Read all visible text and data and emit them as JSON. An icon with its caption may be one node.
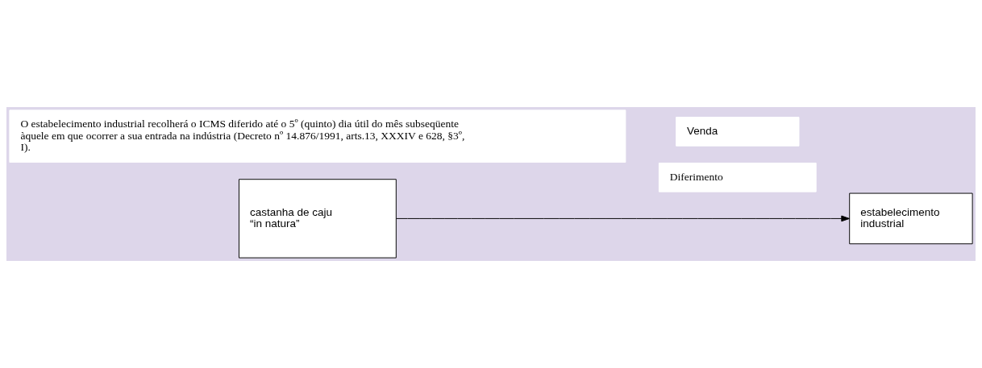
{
  "diagram": {
    "nodes": [
      {
        "text": [
          "castanha de caju “in natura”"
        ]
      },
      {
        "text": [
          "Venda"
        ]
      },
      {
        "text": [
          "Diferimento"
        ]
      },
      {
        "text": [
          "estabelecimento industrial"
        ]
      },
      {
        "text": [
          "O estabelecimento industrial recolherá o ICMS diferido até o 5º (quinto) dia útil do mês subseqüente àquele em que ocorrer a sua entrada na indústria (Decreto nº 14.876/1991, arts.13, XXXIV e 628, §3º, I)."
        ]
      }
    ],
    "edges": [
      {
        "from": 0,
        "to": 3,
        "arrow": "to"
      }
    ]
  }
}
